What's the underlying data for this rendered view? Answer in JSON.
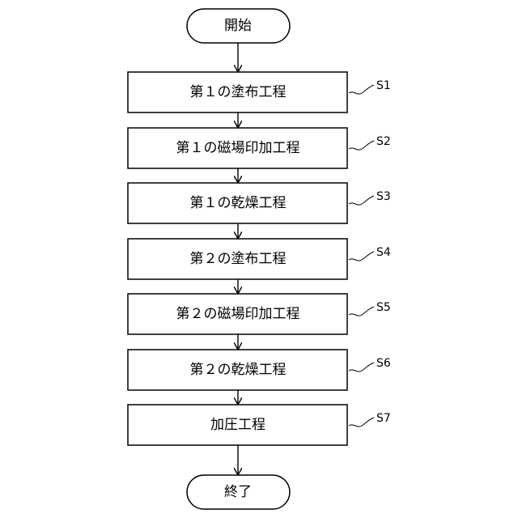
{
  "start": {
    "label": "開始"
  },
  "steps": [
    {
      "label": "第１の塗布工程",
      "step_id": "S1"
    },
    {
      "label": "第１の磁場印加工程",
      "step_id": "S2"
    },
    {
      "label": "第１の乾燥工程",
      "step_id": "S3"
    },
    {
      "label": "第２の塗布工程",
      "step_id": "S4"
    },
    {
      "label": "第２の磁場印加工程",
      "step_id": "S5"
    },
    {
      "label": "第２の乾燥工程",
      "step_id": "S6"
    },
    {
      "label": "加圧工程",
      "step_id": "S7"
    }
  ],
  "end": {
    "label": "終了"
  },
  "colors": {
    "stroke": "#000000",
    "fill": "#ffffff"
  }
}
